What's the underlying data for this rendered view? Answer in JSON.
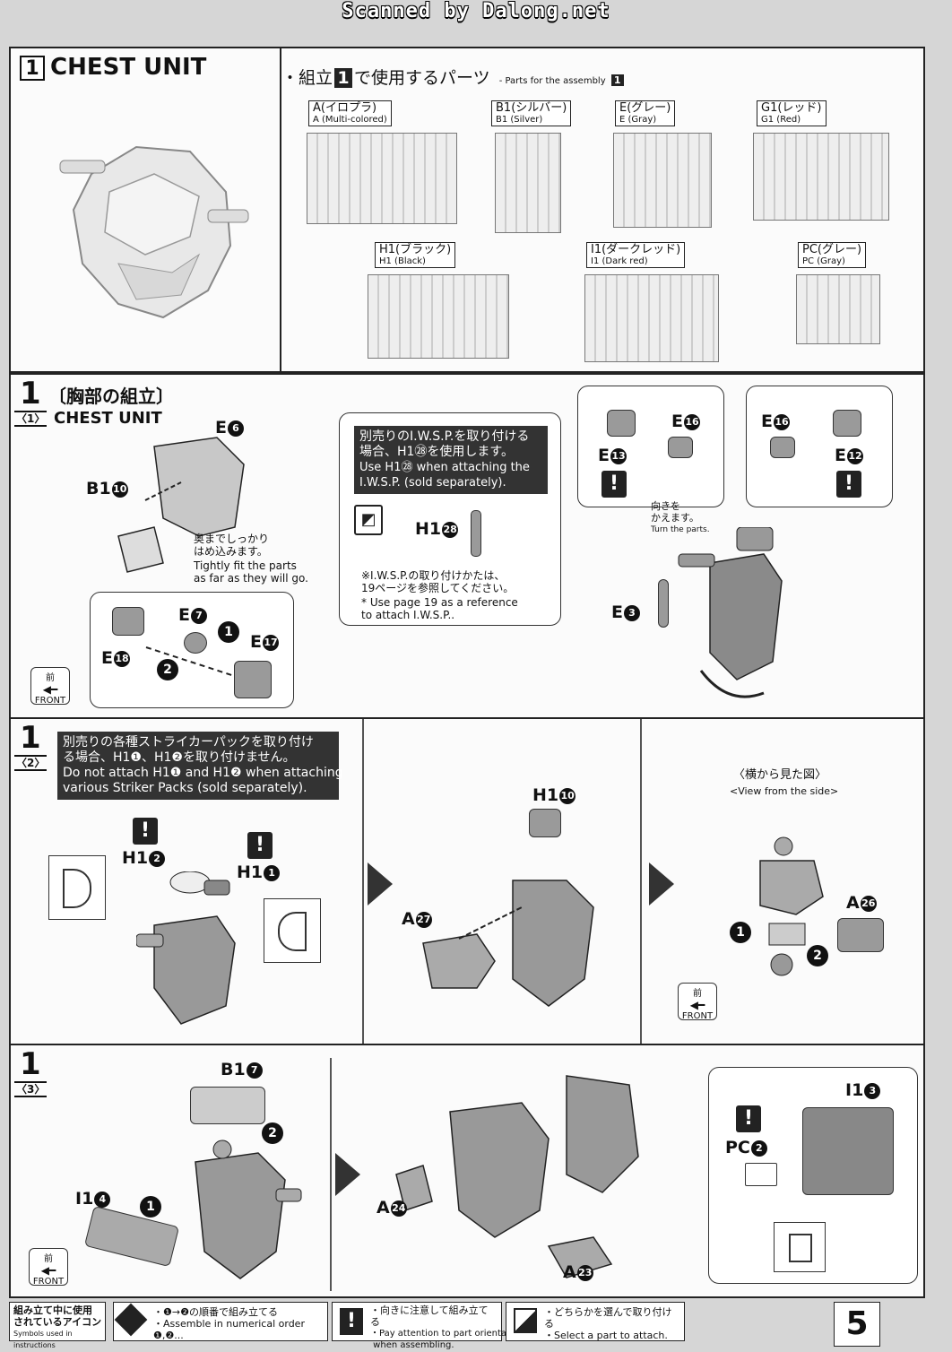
{
  "scan_header": "Scanned by Dalong.net",
  "section1": {
    "step": "1",
    "title": "CHEST UNIT",
    "parts_heading": "・組立",
    "parts_heading_num": "1",
    "parts_heading_jp": "で使用するパーツ",
    "parts_heading_en": "- Parts for the assembly",
    "runners": [
      {
        "jp": "A(イロプラ)",
        "en": "A (Multi-colored)"
      },
      {
        "jp": "B1(シルバー)",
        "en": "B1 (Silver)"
      },
      {
        "jp": "E(グレー)",
        "en": "E (Gray)"
      },
      {
        "jp": "G1(レッド)",
        "en": "G1 (Red)"
      },
      {
        "jp": "H1(ブラック)",
        "en": "H1 (Black)"
      },
      {
        "jp": "I1(ダークレッド)",
        "en": "I1 (Dark red)"
      },
      {
        "jp": "PC(グレー)",
        "en": "PC (Gray)"
      }
    ]
  },
  "step1_1": {
    "num": "1",
    "sub": "〈1〉",
    "title_jp": "〔胸部の組立〕",
    "title_en": "CHEST UNIT",
    "labels": {
      "e6": "E",
      "e6n": "6",
      "b110": "B1",
      "b110n": "10",
      "e7": "E",
      "e7n": "7",
      "e17": "E",
      "e17n": "17",
      "e18": "E",
      "e18n": "18",
      "e3": "E",
      "e3n": "3",
      "e16a": "E",
      "e16an": "16",
      "e13": "E",
      "e13n": "13",
      "e16b": "E",
      "e16bn": "16",
      "e12": "E",
      "e12n": "12",
      "h128": "H1",
      "h128n": "28"
    },
    "fit_jp": "奥までしっかり\nはめ込みます。",
    "fit_en": "Tightly fit the parts\nas far as they will go.",
    "iwsp_jp": "別売りのI.W.S.P.を取り付ける\n場合、H1㉘を使用します。",
    "iwsp_en": "Use H1㉘ when attaching the\nI.W.S.P. (sold separately).",
    "ref_jp": "※I.W.S.P.の取り付けかたは、\n19ページを参照してください。",
    "ref_en": "* Use page 19 as a reference\nto attach I.W.S.P..",
    "turn_jp": "向きを\nかえます。",
    "turn_en": "Turn the parts."
  },
  "step1_2": {
    "num": "1",
    "sub": "〈2〉",
    "notice_jp": "別売りの各種ストライカーパックを取り付け\nる場合、H1❶、H1❷を取り付けません。",
    "notice_en": "Do not attach H1❶ and H1❷ when attaching\nvarious Striker Packs (sold separately).",
    "labels": {
      "h12": "H1",
      "h12n": "2",
      "h11": "H1",
      "h11n": "1",
      "h110": "H1",
      "h110n": "10",
      "a27": "A",
      "a27n": "27",
      "a26": "A",
      "a26n": "26"
    },
    "side_jp": "〈横から見た図〉",
    "side_en": "<View from the side>"
  },
  "step1_3": {
    "num": "1",
    "sub": "〈3〉",
    "labels": {
      "b17": "B1",
      "b17n": "7",
      "i14": "I1",
      "i14n": "4",
      "a24": "A",
      "a24n": "24",
      "a23": "A",
      "a23n": "23",
      "i13": "I1",
      "i13n": "3",
      "pc2": "PC",
      "pc2n": "2"
    }
  },
  "front": {
    "jp": "前",
    "en": "FRONT"
  },
  "legend": {
    "title_jp": "組み立て中に使用\nされているアイコン",
    "title_en": "Symbols used in instructions",
    "items": [
      {
        "jp": "・❶→❷の順番で組み立てる",
        "en": "・Assemble in numerical order ❶,❷..."
      },
      {
        "jp": "・向きに注意して組み立てる",
        "en": "・Pay attention to part orientation\n when assembling."
      },
      {
        "jp": "・どちらかを選んで取り付ける",
        "en": "・Select a part to attach."
      }
    ]
  },
  "page_number": "5"
}
